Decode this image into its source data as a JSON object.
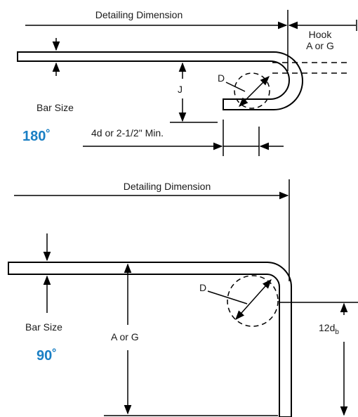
{
  "hook180": {
    "detailing_label": "Detailing Dimension",
    "hook_label_line1": "Hook",
    "hook_label_line2": "A or G",
    "d_label": "D",
    "j_label": "J",
    "bar_size_label": "Bar Size",
    "min_label": "4d or 2-1/2\" Min.",
    "angle_label": "180˚"
  },
  "hook90": {
    "detailing_label": "Detailing Dimension",
    "d_label": "D",
    "bar_size_label": "Bar Size",
    "a_or_g_label": "A or G",
    "ext_label_main": "12d",
    "ext_label_sub": "b",
    "angle_label": "90˚"
  },
  "colors": {
    "angle_accent": "#1a7fc4",
    "line": "#000000"
  }
}
